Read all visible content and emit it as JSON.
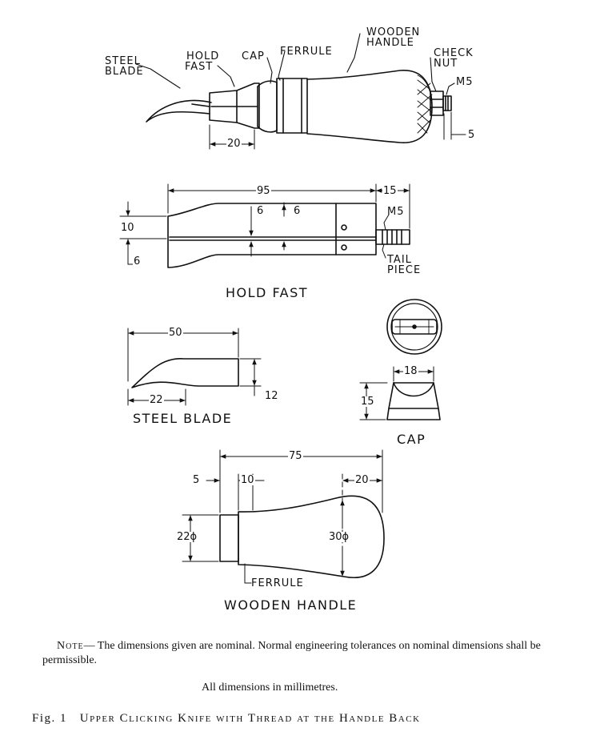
{
  "assembly": {
    "labels": {
      "steel_blade": [
        "STEEL",
        "BLADE"
      ],
      "hold_fast": [
        "HOLD",
        "FAST"
      ],
      "cap": "CAP",
      "ferrule": "FERRULE",
      "wooden_handle": [
        "WOODEN",
        "HANDLE"
      ],
      "check_nut": [
        "CHECK",
        "NUT"
      ],
      "m5": "M5"
    },
    "dims": {
      "holdfast_width": "20",
      "tail": "5"
    }
  },
  "hold_fast": {
    "title": "HOLD FAST",
    "dims": {
      "length": "95",
      "tail_length": "15",
      "d10": "10",
      "d6_left": "6",
      "d6_a": "6",
      "d6_b": "6",
      "m5": "M5"
    },
    "tail_piece_label": [
      "TAIL",
      "PIECE"
    ]
  },
  "steel_blade": {
    "title": "STEEL BLADE",
    "dims": {
      "length": "50",
      "tip": "22",
      "height": "12"
    }
  },
  "cap": {
    "title": "CAP",
    "dims": {
      "width": "18",
      "height": "15"
    }
  },
  "wooden_handle": {
    "title": "WOODEN HANDLE",
    "dims": {
      "length": "75",
      "ferrule_len": "5",
      "ferrule_pos": "10",
      "end_radius": "20",
      "dia_small": "22ϕ",
      "dia_large": "30ϕ"
    },
    "ferrule_label": "FERRULE"
  },
  "note": {
    "prefix": "Note",
    "text": "— The dimensions given are nominal. Normal engineering tolerances on nominal dimensions shall be permissible."
  },
  "units_text": "All dimensions in millimetres.",
  "caption": {
    "fig": "Fig. 1",
    "title": "Upper Clicking Knife with Thread at the Handle Back"
  }
}
